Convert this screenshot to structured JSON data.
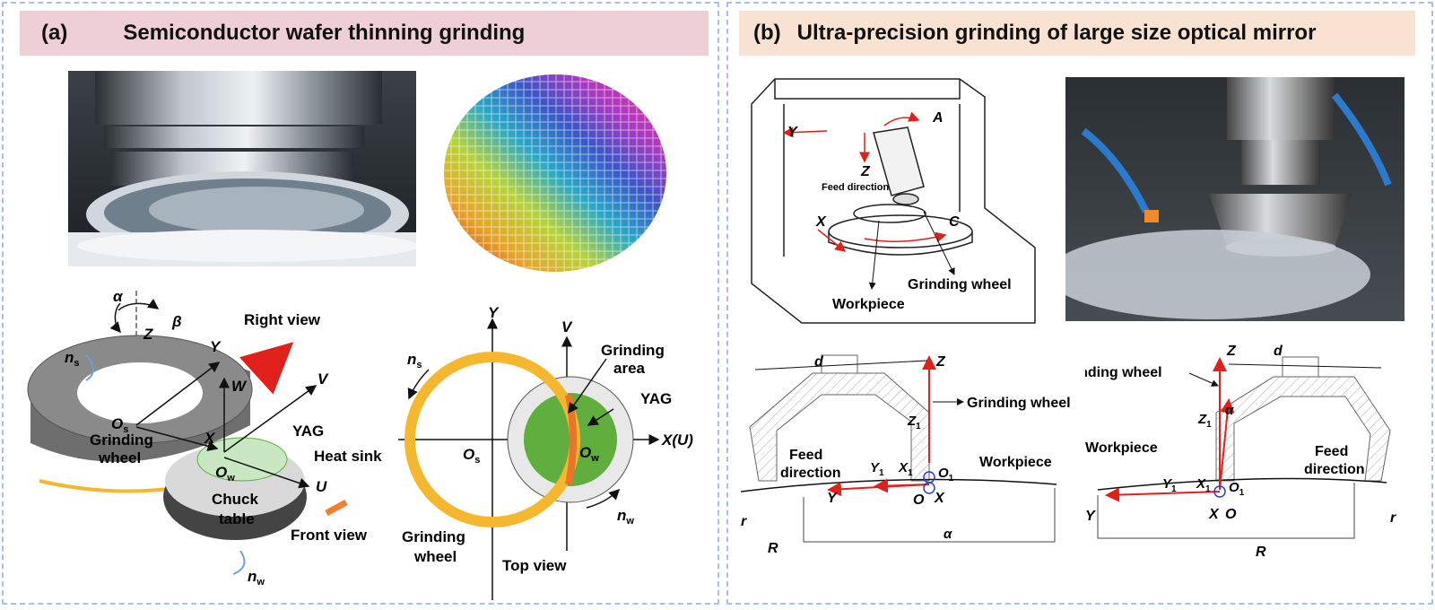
{
  "panel_a": {
    "letter": "(a)",
    "title": "Semiconductor wafer thinning grinding",
    "diagram_labels": {
      "alpha": "α",
      "beta": "β",
      "Z": "Z",
      "Y": "Y",
      "ns": "n",
      "ns_sub": "s",
      "right_view": "Right view",
      "W": "W",
      "V": "V",
      "Os": "O",
      "Os_sub": "s",
      "X": "X",
      "grinding_wheel": "Grinding\nwheel",
      "yag": "YAG",
      "heat_sink": "Heat sink",
      "Ow": "O",
      "Ow_sub": "w",
      "U": "U",
      "chuck_table": "Chuck\ntable",
      "front_view": "Front view",
      "nw": "n",
      "nw_sub": "w"
    },
    "top_view_labels": {
      "Y": "Y",
      "V": "V",
      "ns": "n",
      "ns_sub": "s",
      "grinding_area": "Grinding\narea",
      "yag": "YAG",
      "Os": "O",
      "Os_sub": "s",
      "Ow": "O",
      "Ow_sub": "w",
      "XU": "X(U)",
      "nw": "n",
      "nw_sub": "w",
      "grinding_wheel": "Grinding\nwheel",
      "top_view": "Top view"
    }
  },
  "panel_b": {
    "letter": "(b)",
    "title": "Ultra-precision grinding of large size optical mirror",
    "machine_labels": {
      "Y": "Y",
      "A": "A",
      "Z": "Z",
      "feed_direction": "Feed direction",
      "X": "X",
      "C": "C",
      "grinding_wheel": "Grinding wheel",
      "workpiece": "Workpiece"
    },
    "left_detail_labels": {
      "d": "d",
      "Z": "Z",
      "grinding_wheel": "Grinding wheel",
      "Z1": "Z",
      "Z1_sub": "1",
      "feed_direction": "Feed\ndirection",
      "Y1": "Y",
      "Y1_sub": "1",
      "X1": "X",
      "X1_sub": "1",
      "O1": "O",
      "O1_sub": "1",
      "workpiece": "Workpiece",
      "r": "r",
      "Y": "Y",
      "O": "O",
      "X": "X",
      "R": "R",
      "alpha": "α"
    },
    "right_detail_labels": {
      "Z": "Z",
      "d": "d",
      "grinding_wheel": "Grinding wheel",
      "Z1": "Z",
      "Z1_sub": "1",
      "alpha": "α",
      "workpiece": "Workpiece",
      "feed_direction": "Feed\ndirection",
      "Y1": "Y",
      "Y1_sub": "1",
      "X1": "X",
      "X1_sub": "1",
      "O1": "O",
      "O1_sub": "1",
      "r": "r",
      "Y": "Y",
      "X": "X",
      "O": "O",
      "R": "R"
    }
  },
  "colors": {
    "header_a": "#efcfd6",
    "header_b": "#fae2d2",
    "border": "#a9c1e6",
    "red_arrow": "#e0201a",
    "orange_wheel": "#f5b72e",
    "yag_green": "#5fae3e",
    "orange_arrow": "#f08030"
  }
}
